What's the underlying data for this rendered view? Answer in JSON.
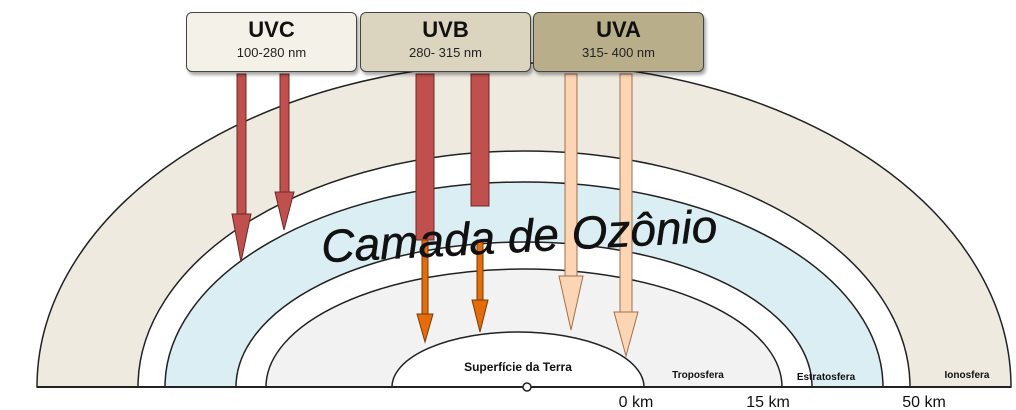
{
  "uv_bands": [
    {
      "name": "UVC",
      "range": "100-280 nm",
      "color": "#f4f2e8"
    },
    {
      "name": "UVB",
      "range": "280- 315 nm",
      "color": "#dbd5c0"
    },
    {
      "name": "UVA",
      "range": "315- 400 nm",
      "color": "#b8ae8a"
    }
  ],
  "ozone_label": "Camada de Ozônio",
  "layers": {
    "surface": "Superfície da Terra",
    "troposphere": "Troposfera",
    "stratosphere": "Estratosfera",
    "ionosphere": "Ionosfera"
  },
  "altitudes": [
    "0 km",
    "15 km",
    "50 km"
  ],
  "colors": {
    "uvc_arrow": "#c0504d",
    "uvb_arrow": "#e46c0a",
    "uva_arrow": "#fcd5b5",
    "ionosphere_fill": "#eeeae0",
    "ozone_fill": "#dbeef4",
    "stratosphere_fill": "#f2f2f2"
  }
}
